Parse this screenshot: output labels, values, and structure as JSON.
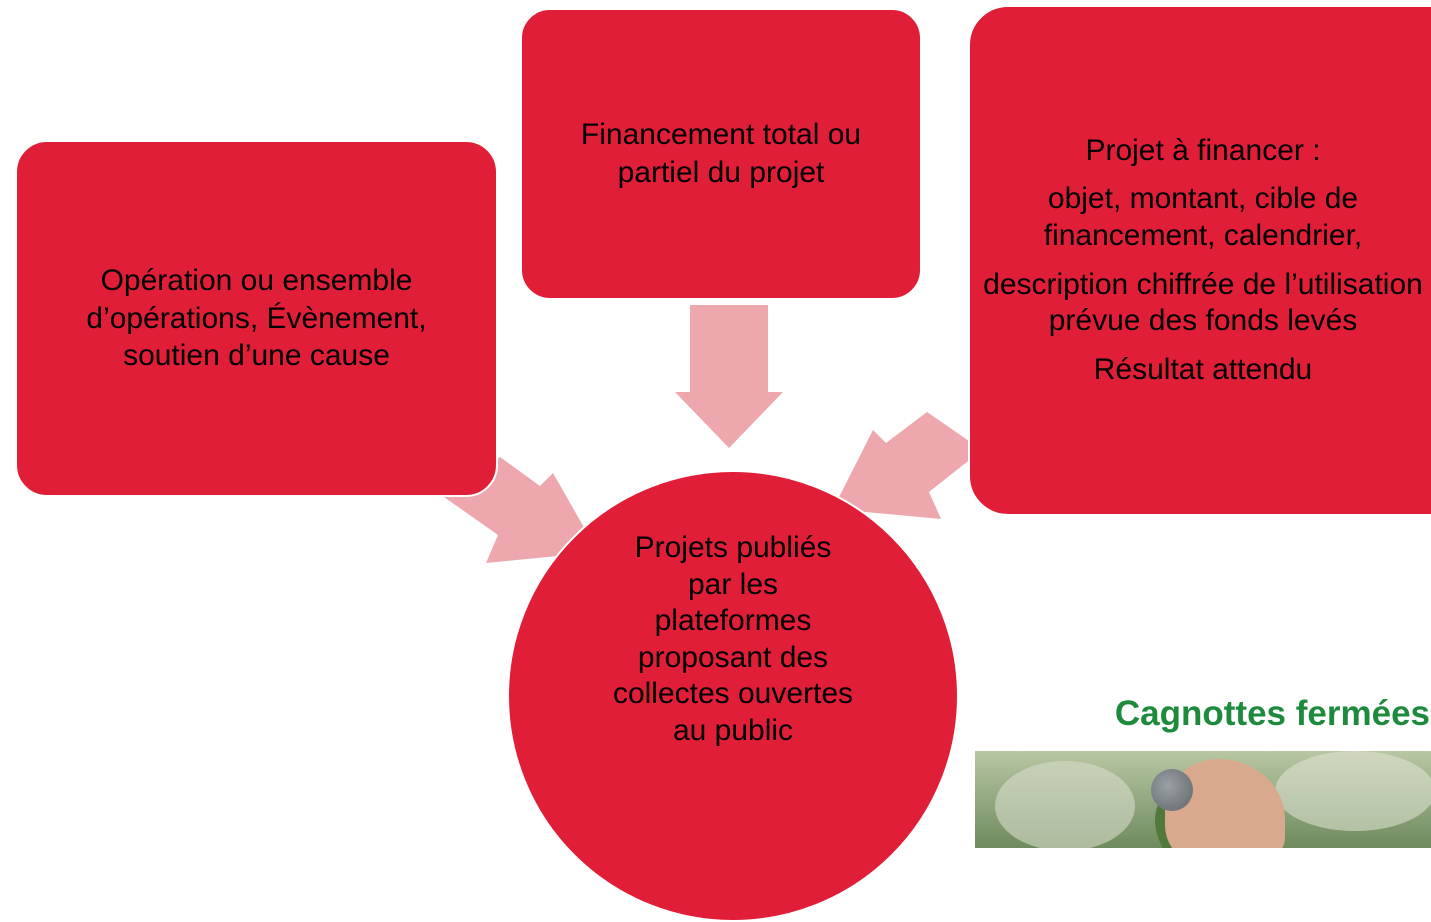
{
  "colors": {
    "box_fill": "#e01e37",
    "arrow_fill": "#eea7ac",
    "heading_color": "#1e8a3c"
  },
  "boxes": {
    "left": {
      "lines": [
        "Opération ou ensemble",
        "d’opérations, Évènement,",
        "soutien d’une cause"
      ]
    },
    "top": {
      "lines": [
        "Financement total ou",
        "partiel du projet"
      ]
    },
    "right": {
      "paragraphs": [
        "Projet à financer :",
        "objet, montant, cible de financement, calendrier,",
        "description chiffrée de l’utilisation prévue des fonds levés",
        "Résultat attendu"
      ]
    }
  },
  "center": {
    "lines": [
      "Projets publiés",
      "par les",
      "plateformes",
      "proposant des",
      "collectes ouvertes",
      "au public"
    ]
  },
  "sidebar": {
    "heading": "Cagnottes fermées",
    "photo_icon": "hand-holding-coin-photo"
  }
}
